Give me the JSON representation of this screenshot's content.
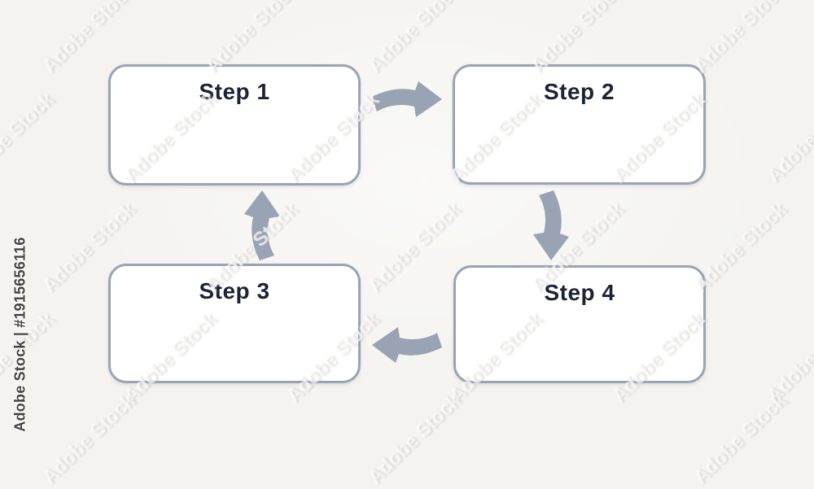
{
  "diagram": {
    "type": "cycle-flowchart",
    "steps": [
      {
        "label": "Step 1"
      },
      {
        "label": "Step 2"
      },
      {
        "label": "Step 3"
      },
      {
        "label": "Step 4"
      }
    ],
    "connections": [
      {
        "from": "Step 1",
        "to": "Step 2",
        "direction": "right"
      },
      {
        "from": "Step 2",
        "to": "Step 4",
        "direction": "down"
      },
      {
        "from": "Step 4",
        "to": "Step 3",
        "direction": "left"
      },
      {
        "from": "Step 3",
        "to": "Step 1",
        "direction": "up"
      }
    ],
    "colors": {
      "background": "#f4f3ef",
      "box_fill": "#ffffff",
      "box_border": "#99a4b3",
      "label_text": "#1b2433",
      "arrow_fill": "#99a3b4"
    }
  },
  "watermark": {
    "tile_text": "Adobe Stock",
    "credit_text": "Adobe Stock | #1915656116"
  }
}
